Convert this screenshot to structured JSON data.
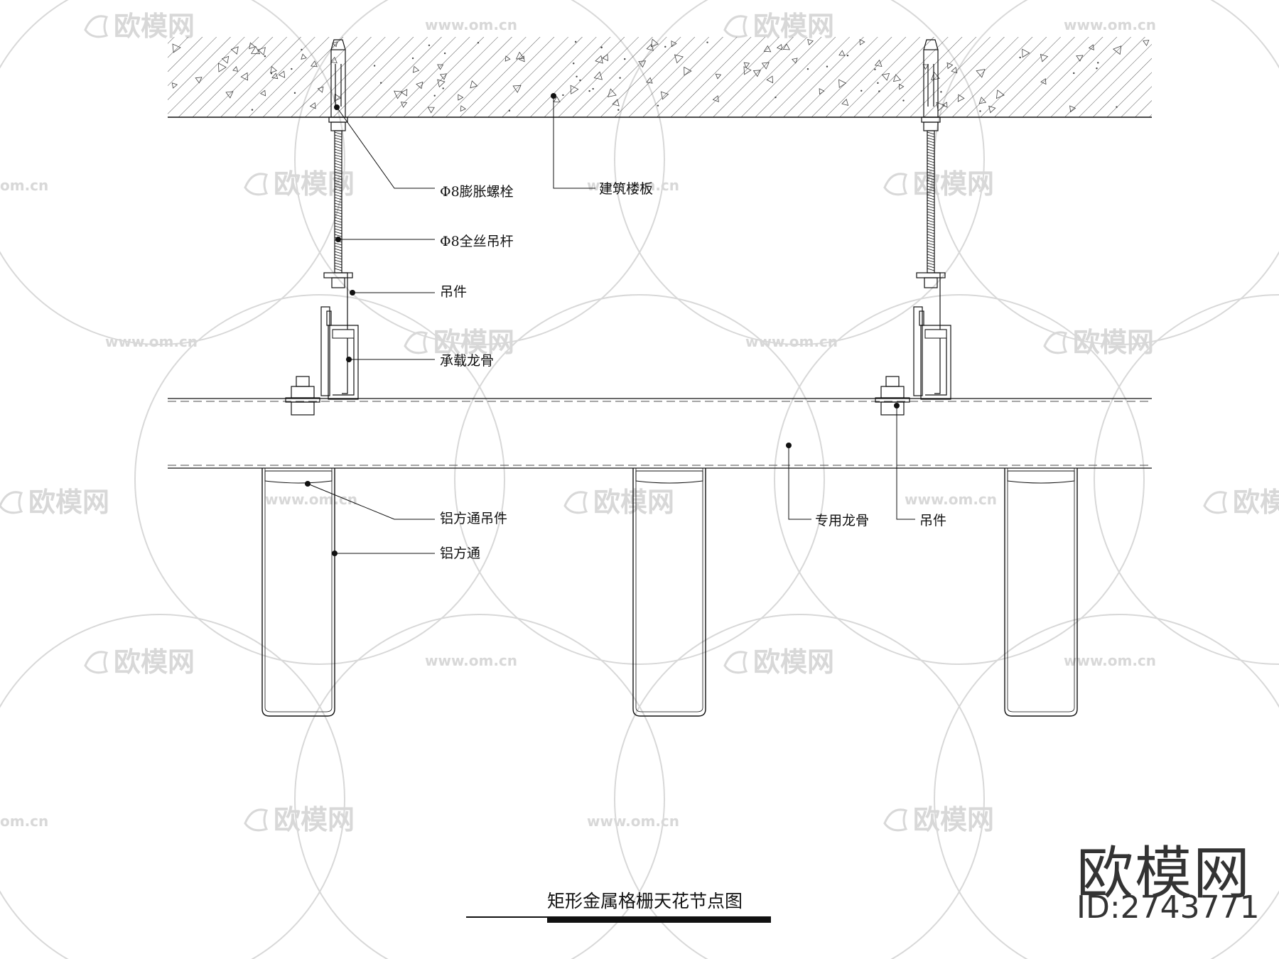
{
  "drawing": {
    "title": "矩形金属格栅天花节点图",
    "labels": {
      "expansion_bolt": "Φ8膨胀螺栓",
      "floor_slab": "建筑楼板",
      "threaded_rod": "Φ8全丝吊杆",
      "hanger_upper": "吊件",
      "main_keel": "承载龙骨",
      "tube_hanger": "铝方通吊件",
      "aluminum_tube": "铝方通",
      "special_keel": "专用龙骨",
      "hanger_lower": "吊件"
    }
  },
  "watermark": {
    "brand_text": "欧模网",
    "url_text": "www.om.cn",
    "url_short": "om.cn"
  },
  "brand": {
    "name": "欧模网",
    "id_label": "ID:2743771"
  },
  "colors": {
    "line": "#111111",
    "hatch": "#555555",
    "watermark": "#d8d8d8",
    "brand": "#333333"
  }
}
